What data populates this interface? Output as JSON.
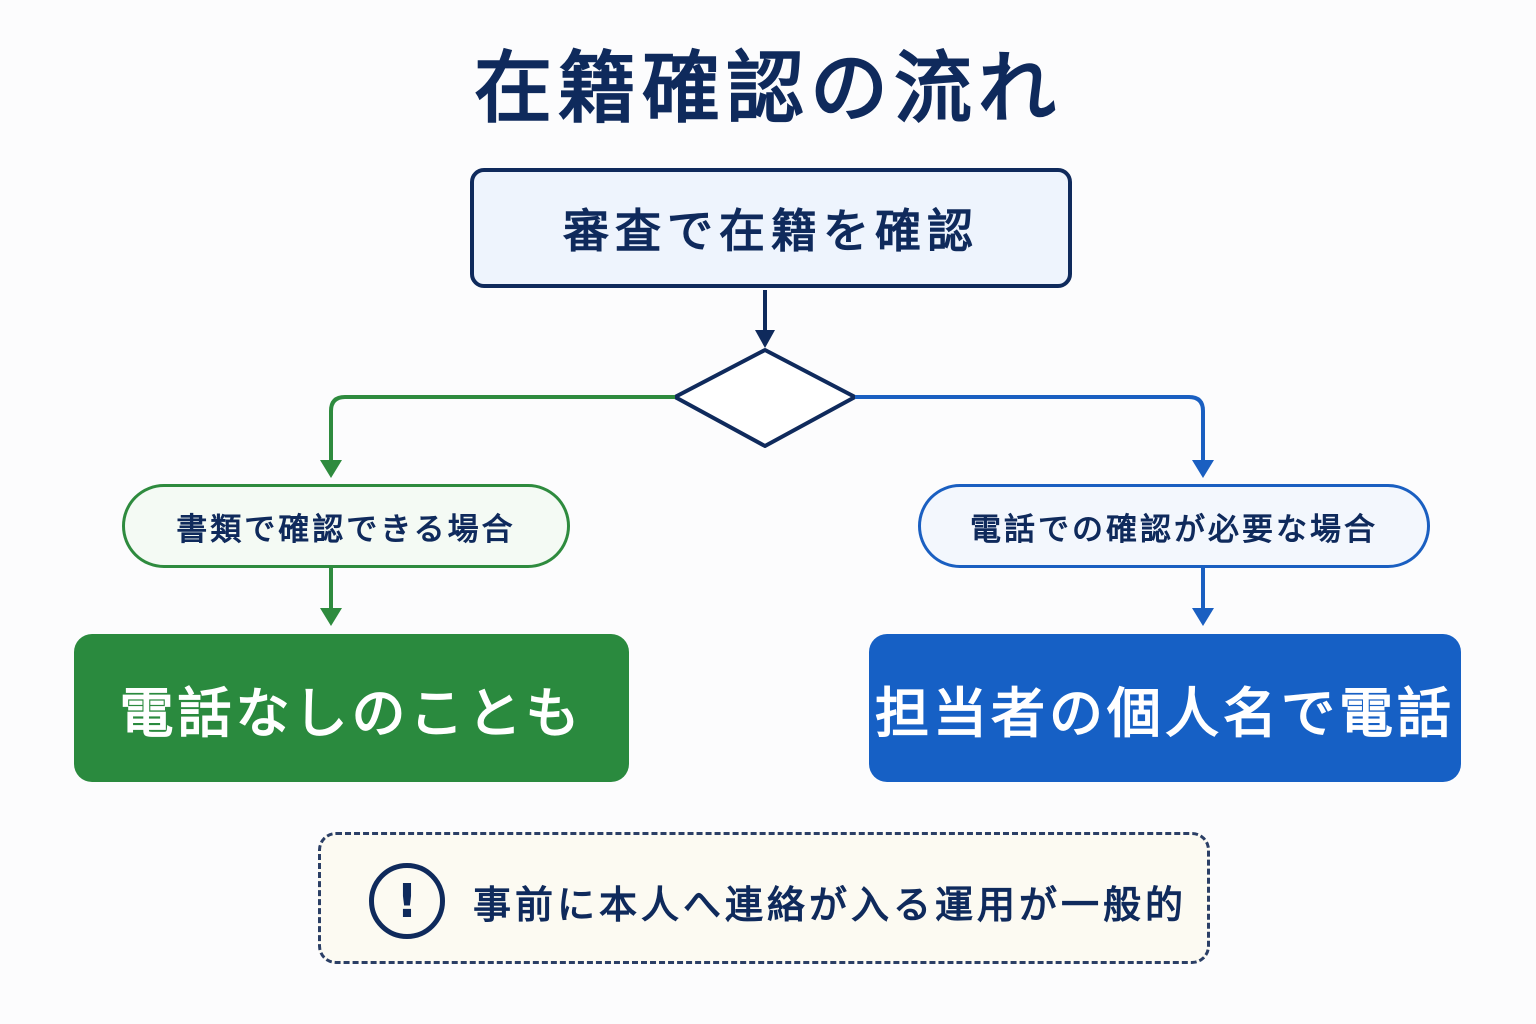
{
  "title": "在籍確認の流れ",
  "steps": {
    "start": "審査で在籍を確認",
    "branch_left": "書類で確認できる場合",
    "branch_right": "電話での確認が必要な場合",
    "result_left": "電話なしのことも",
    "result_right": "担当者の個人名で電話"
  },
  "note": {
    "icon": "exclamation-circle-icon",
    "icon_glyph": "!",
    "text": "事前に本人へ連絡が入る運用が一般的"
  },
  "colors": {
    "navy": "#0f2a5c",
    "green": "#2a8a3e",
    "blue": "#1660c5"
  }
}
